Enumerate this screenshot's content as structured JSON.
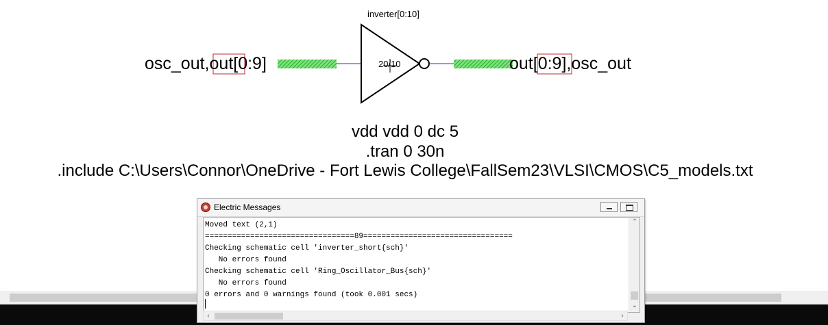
{
  "schematic": {
    "instance_name": "inverter[0:10]",
    "size_label": "20/10",
    "left_net_label": "osc_out,out[0:9]",
    "right_net_label": "out[0:9],osc_out",
    "spice_lines": [
      "vdd vdd 0 dc 5",
      ".tran 0 30n",
      ".include C:\\Users\\Connor\\OneDrive - Fort Lewis College\\FallSem23\\VLSI\\CMOS\\C5_models.txt"
    ],
    "wire_highlight_color": "#33cc33",
    "wire_color": "#1a3cb4"
  },
  "messages_window": {
    "title": "Electric Messages",
    "lines": [
      "Moved text (2,1)",
      "=================================89=================================",
      "Checking schematic cell 'inverter_short{sch}'",
      "   No errors found",
      "Checking schematic cell 'Ring_Oscillator_Bus{sch}'",
      "   No errors found",
      "0 errors and 0 warnings found (took 0.001 secs)"
    ]
  }
}
